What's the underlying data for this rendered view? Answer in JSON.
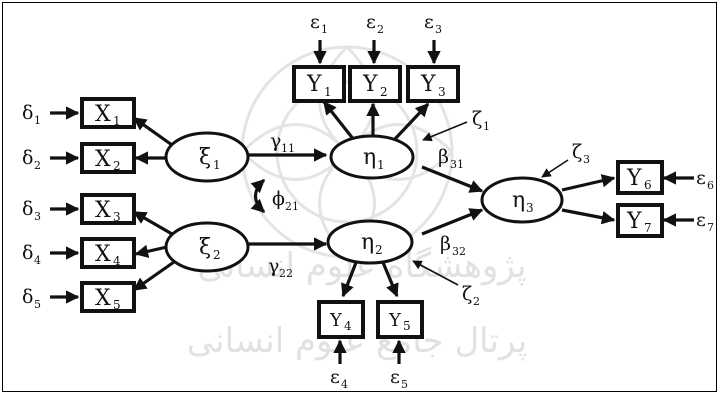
{
  "diagram": {
    "latent": {
      "xi1": {
        "sym": "ξ",
        "sub": "1"
      },
      "xi2": {
        "sym": "ξ",
        "sub": "2"
      },
      "eta1": {
        "sym": "η",
        "sub": "1"
      },
      "eta2": {
        "sym": "η",
        "sub": "2"
      },
      "eta3": {
        "sym": "η",
        "sub": "3"
      }
    },
    "observed_x": [
      {
        "sym": "X",
        "sub": "1",
        "err": "δ",
        "err_sub": "1"
      },
      {
        "sym": "X",
        "sub": "2",
        "err": "δ",
        "err_sub": "2"
      },
      {
        "sym": "X",
        "sub": "3",
        "err": "δ",
        "err_sub": "3"
      },
      {
        "sym": "X",
        "sub": "4",
        "err": "δ",
        "err_sub": "4"
      },
      {
        "sym": "X",
        "sub": "5",
        "err": "δ",
        "err_sub": "5"
      }
    ],
    "observed_y_top": [
      {
        "sym": "Y",
        "sub": "1",
        "err": "ε",
        "err_sub": "1"
      },
      {
        "sym": "Y",
        "sub": "2",
        "err": "ε",
        "err_sub": "2"
      },
      {
        "sym": "Y",
        "sub": "3",
        "err": "ε",
        "err_sub": "3"
      }
    ],
    "observed_y_bottom": [
      {
        "sym": "Y",
        "sub": "4",
        "err": "ε",
        "err_sub": "4"
      },
      {
        "sym": "Y",
        "sub": "5",
        "err": "ε",
        "err_sub": "5"
      }
    ],
    "observed_y_right": [
      {
        "sym": "Y",
        "sub": "6",
        "err": "ε",
        "err_sub": "6"
      },
      {
        "sym": "Y",
        "sub": "7",
        "err": "ε",
        "err_sub": "7"
      }
    ],
    "paths": {
      "gamma11": {
        "sym": "γ",
        "sub": "11"
      },
      "gamma22": {
        "sym": "γ",
        "sub": "22"
      },
      "phi21": {
        "sym": "ϕ",
        "sub": "21"
      },
      "beta31": {
        "sym": "β",
        "sub": "31"
      },
      "beta32": {
        "sym": "β",
        "sub": "32"
      }
    },
    "disturbances": {
      "zeta1": {
        "sym": "ζ",
        "sub": "1"
      },
      "zeta2": {
        "sym": "ζ",
        "sub": "2"
      },
      "zeta3": {
        "sym": "ζ",
        "sub": "3"
      }
    },
    "watermark": {
      "line1": "پژوهشگاه علوم انسانی",
      "line2": "پرتال جامع علوم انسانی"
    }
  }
}
